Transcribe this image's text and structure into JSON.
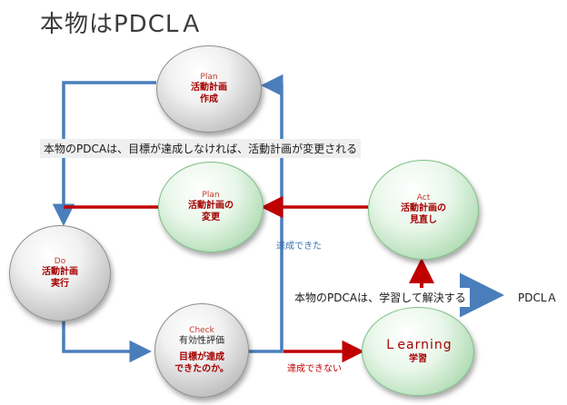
{
  "title": "本物はPDCLＡ",
  "nodes": {
    "plan_top": {
      "label": "Plan",
      "line1": "活動計画",
      "line2": "作成"
    },
    "plan_mid": {
      "label": "Plan",
      "line1": "活動計画の",
      "line2": "変更"
    },
    "act": {
      "label": "Act",
      "line1": "活動計画の",
      "line2": "見直し"
    },
    "do": {
      "label": "Do",
      "line1": "活動計画",
      "line2": "実行"
    },
    "check": {
      "label": "Check",
      "line1": "有効性評価",
      "line2": "目標が達成",
      "line3": "できたのか。"
    },
    "learning": {
      "label": "Ｌearning",
      "line1": "学習"
    }
  },
  "notes": {
    "top": "本物のPDCAは、目標が達成しなければ、活動計画が変更される",
    "bottom": "本物のPDCAは、学習して解決する",
    "bottom_result": "PDCLＡ"
  },
  "edges": {
    "achieved": "達成できた",
    "not_achieved": "達成できない"
  },
  "colors": {
    "blue": "#4a7ebb",
    "red": "#c00000",
    "gray_node": "#bcbcbc",
    "green_node": "#a8d8ac"
  }
}
